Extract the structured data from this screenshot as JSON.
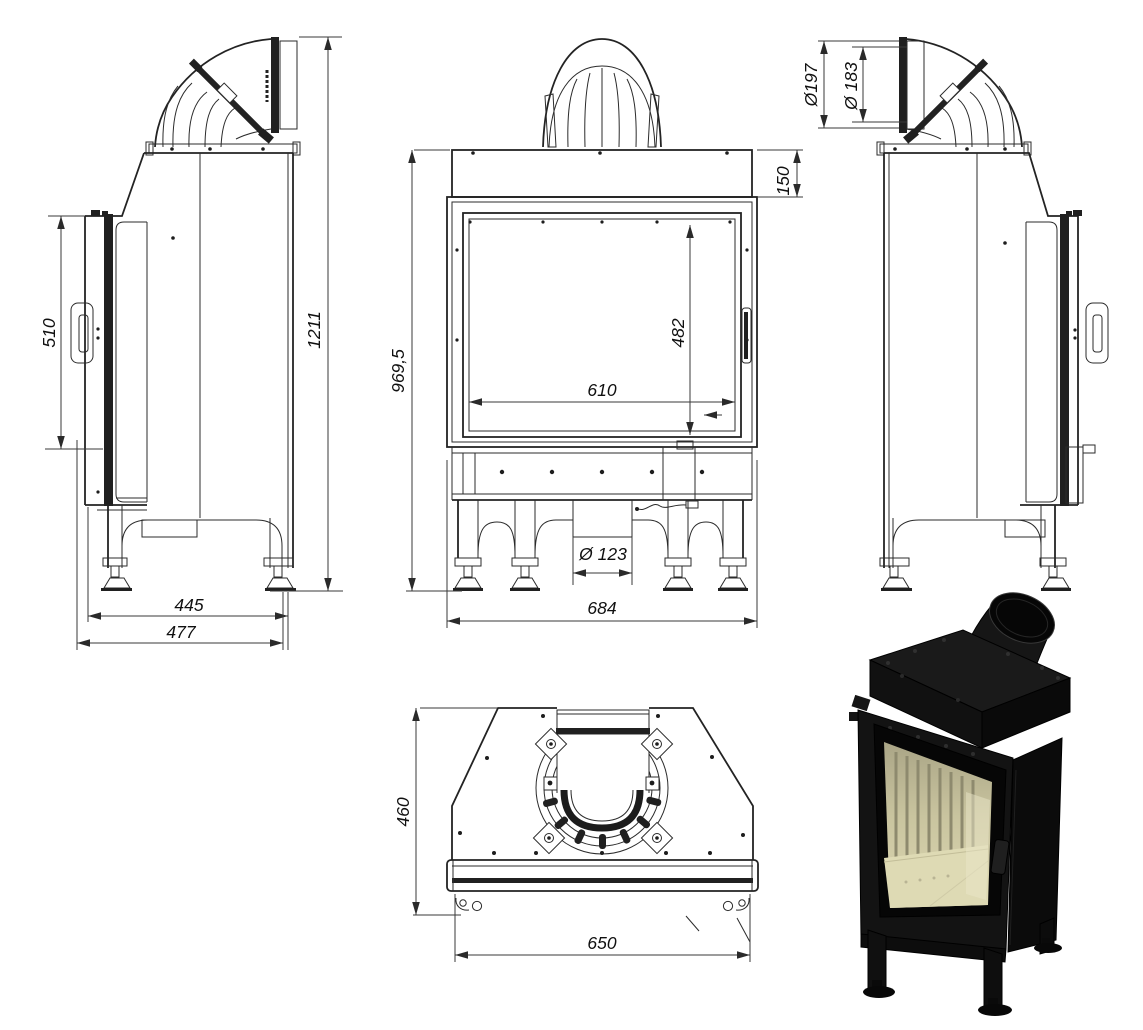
{
  "document": {
    "type": "technical-dimension-drawing",
    "subject": "fireplace insert (wood stove) — orthographic views and 3D render",
    "background_color": "#ffffff",
    "line_color": "#2b2b2b"
  },
  "views": {
    "side_left": {
      "label": "left side view",
      "dims": {
        "door_height": "510",
        "overall_height": "1211",
        "feet_spacing": "445",
        "overall_depth": "477"
      }
    },
    "front": {
      "label": "front view",
      "dims": {
        "top_section_height": "150",
        "body_height": "969,5",
        "glass_opening_height": "482",
        "glass_opening_width": "610",
        "ash_outlet_diameter": "Ø 123",
        "overall_width": "684"
      }
    },
    "side_right": {
      "label": "right side view",
      "dims": {
        "flue_outer_diameter": "Ø197",
        "flue_inner_diameter": "Ø 183"
      }
    },
    "top": {
      "label": "top view",
      "dims": {
        "overall_depth": "460",
        "front_width": "650"
      }
    },
    "render_3d": {
      "label": "3D product render",
      "body_color": "#111111",
      "interior_color": "#d6d1a8"
    }
  }
}
